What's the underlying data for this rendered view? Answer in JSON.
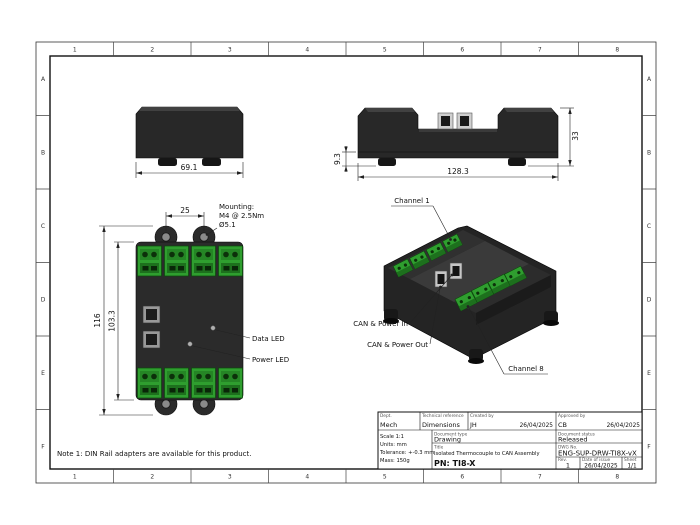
{
  "grid": {
    "columns": [
      "1",
      "2",
      "3",
      "4",
      "5",
      "6",
      "7",
      "8"
    ],
    "rows": [
      "A",
      "B",
      "C",
      "D",
      "E",
      "F"
    ]
  },
  "colors": {
    "connector_green": "#2f9e2f",
    "body_dark": "#282828",
    "can_connector_gray": "#c9c9c9"
  },
  "views": {
    "front": {
      "dim_width": "69.1"
    },
    "side": {
      "dim_base_height": "9.3",
      "dim_width": "128.3",
      "dim_height": "33"
    },
    "top": {
      "dim_hole_spacing": "25",
      "dim_overall_length": "116",
      "dim_body_length": "103.3",
      "mounting_line1": "Mounting:",
      "mounting_line2": "M4 @ 2.5Nm",
      "mounting_line3": "Ø5.1",
      "data_led": "Data LED",
      "power_led": "Power LED"
    },
    "iso": {
      "channel1": "Channel 1",
      "can_in": "CAN & Power In",
      "can_out": "CAN & Power Out",
      "channel8": "Channel 8"
    }
  },
  "note": "Note 1: DIN Rail adapters are available for this product.",
  "title_block": {
    "dept_label": "Dept.",
    "dept": "Mech",
    "tech_ref_label": "Technical reference",
    "tech_ref": "Dimensions",
    "created_label": "Created by",
    "created_by": "JH",
    "created_date": "26/04/2025",
    "approved_label": "Approved by",
    "approved_by": "CB",
    "approved_date": "26/04/2025",
    "scale": "Scale 1:1",
    "units": "Units: mm",
    "tolerance": "Tolerance: +-0.3 mm",
    "mass": "Mass: 150g",
    "doc_type_label": "Document type",
    "doc_type": "Drawing",
    "doc_status_label": "Document status",
    "doc_status": "Released",
    "title_label": "Title",
    "title": "Isolated Thermocouple to CAN Assembly",
    "part_number": "PN: TI8-X",
    "dwg_label": "DWG No.",
    "dwg_no": "ENG-SUP-DRW-TI8X-vX",
    "rev_label": "Rev.",
    "rev": "1",
    "issue_label": "Date of issue",
    "issue_date": "26/04/2025",
    "sheet_label": "Sheet",
    "sheet": "1/1"
  }
}
